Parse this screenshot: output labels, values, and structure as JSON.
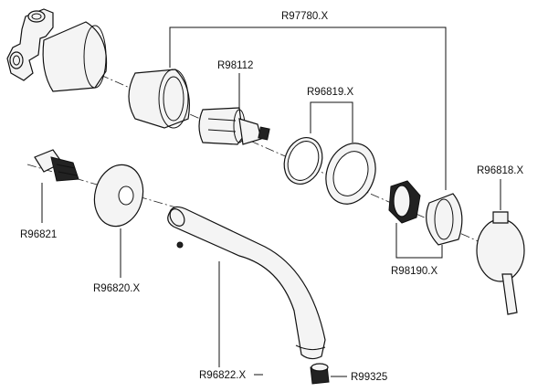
{
  "labels": {
    "r97780x": "R97780.X",
    "r98112": "R98112",
    "r96819x": "R96819.X",
    "r96818x": "R96818.X",
    "r96821": "R96821",
    "r96820x": "R96820.X",
    "r98190x": "R98190.X",
    "r96822x": "R96822.X",
    "r99325": "R99325"
  }
}
